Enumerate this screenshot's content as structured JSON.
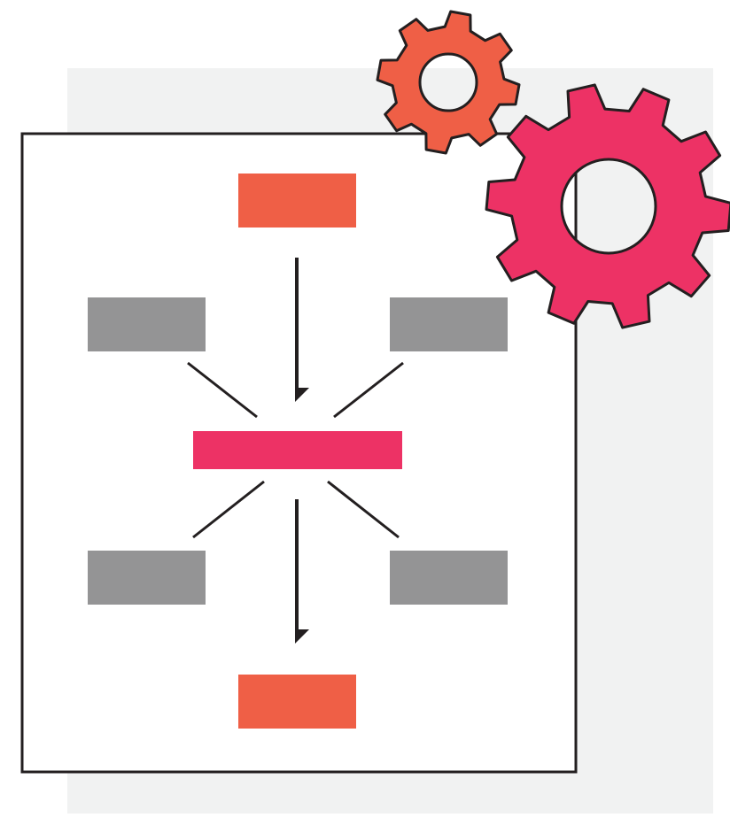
{
  "colors": {
    "background": "#ffffff",
    "backdrop_panel": "#f1f2f2",
    "frame_fill": "#ffffff",
    "outline": "#231f20",
    "orange": "#ef5f46",
    "pink": "#ed3265",
    "gray": "#949495"
  },
  "icons": {
    "small_gear": "gear-icon",
    "large_gear": "gear-icon"
  },
  "diagram": {
    "nodes": [
      {
        "id": "top-node",
        "role": "input",
        "color": "orange"
      },
      {
        "id": "upper-left-node",
        "role": "contributor",
        "color": "gray"
      },
      {
        "id": "upper-right-node",
        "role": "contributor",
        "color": "gray"
      },
      {
        "id": "center-node",
        "role": "hub",
        "color": "pink"
      },
      {
        "id": "lower-left-node",
        "role": "contributor",
        "color": "gray"
      },
      {
        "id": "lower-right-node",
        "role": "contributor",
        "color": "gray"
      },
      {
        "id": "bottom-node",
        "role": "output",
        "color": "orange"
      }
    ],
    "arrows": [
      {
        "from": "top-node",
        "to": "center-node"
      },
      {
        "from": "center-node",
        "to": "bottom-node"
      }
    ],
    "connectors": [
      {
        "from": "upper-left-node",
        "to": "center-node"
      },
      {
        "from": "upper-right-node",
        "to": "center-node"
      },
      {
        "from": "lower-left-node",
        "to": "center-node"
      },
      {
        "from": "lower-right-node",
        "to": "center-node"
      }
    ]
  }
}
